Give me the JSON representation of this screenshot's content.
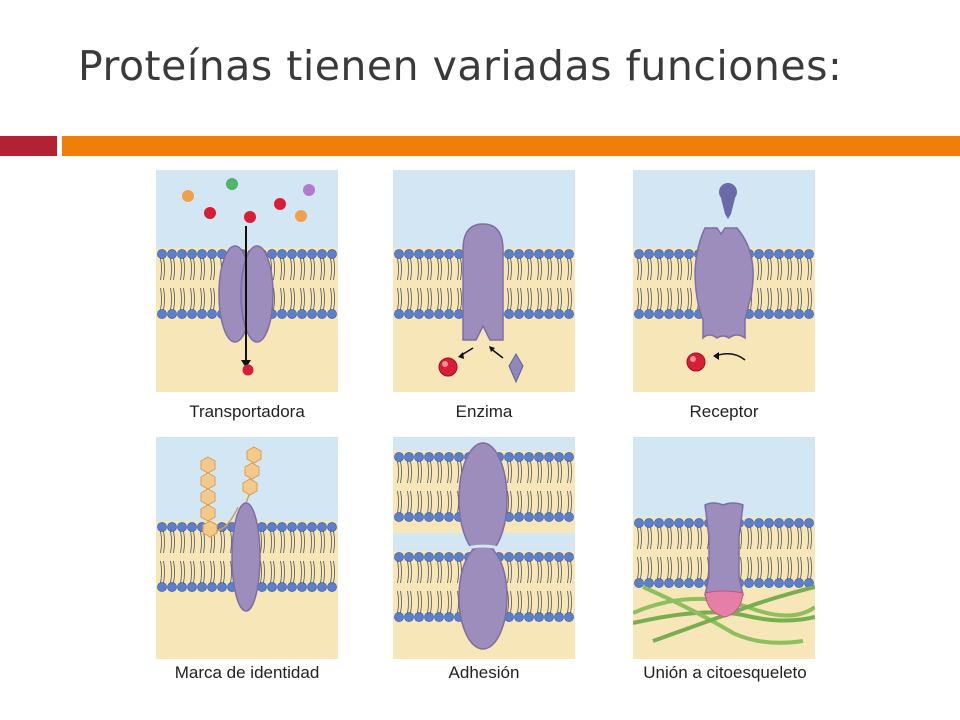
{
  "slide": {
    "title": "Proteínas tienen variadas funciones:",
    "accent_colors": {
      "red_bar": "#b22234",
      "orange_bar": "#ee7f0a"
    }
  },
  "panels": [
    {
      "id": "transport",
      "label": "Transportadora"
    },
    {
      "id": "enzyme",
      "label": "Enzima"
    },
    {
      "id": "receptor",
      "label": "Receptor"
    },
    {
      "id": "identity",
      "label": "Marca de identidad"
    },
    {
      "id": "adhesion",
      "label": "Adhesión"
    },
    {
      "id": "cytoskeleton",
      "label": "Unión a citoesqueleto"
    }
  ],
  "colors": {
    "extracellular": "#d3e6f3",
    "cytoplasm": "#f7e6b8",
    "phospholipid_head": "#5b7fc9",
    "protein": "#9c8dbd",
    "substrate_red": "#d61f36",
    "sugar_chain": "#f5c98a",
    "cytoskeleton_fiber": "#8dbf5e",
    "linker": "#e57fa7"
  }
}
